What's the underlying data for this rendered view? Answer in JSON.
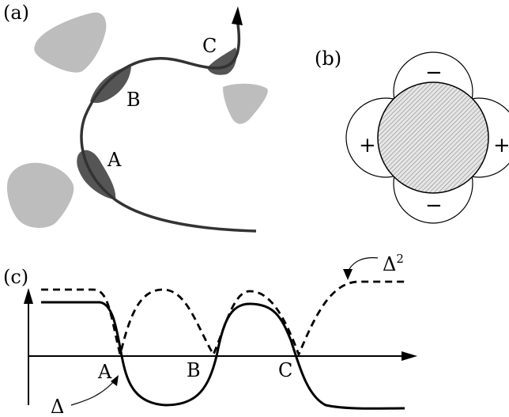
{
  "panels": {
    "a": {
      "label": "(a)",
      "points": [
        "A",
        "B",
        "C"
      ]
    },
    "b": {
      "label": "(b)",
      "signs": {
        "top": "−",
        "bottom": "−",
        "left": "+",
        "right": "+"
      }
    },
    "c": {
      "label": "(c)",
      "points": [
        "A",
        "B",
        "C"
      ],
      "delta_label": "Δ",
      "delta_sq_label": "Δ",
      "delta_sq_exp": "2"
    }
  },
  "colors": {
    "dark_blob": "#555555",
    "light_particle": "#bdbdbd",
    "curve": "#333333",
    "hatch": "#999999"
  }
}
